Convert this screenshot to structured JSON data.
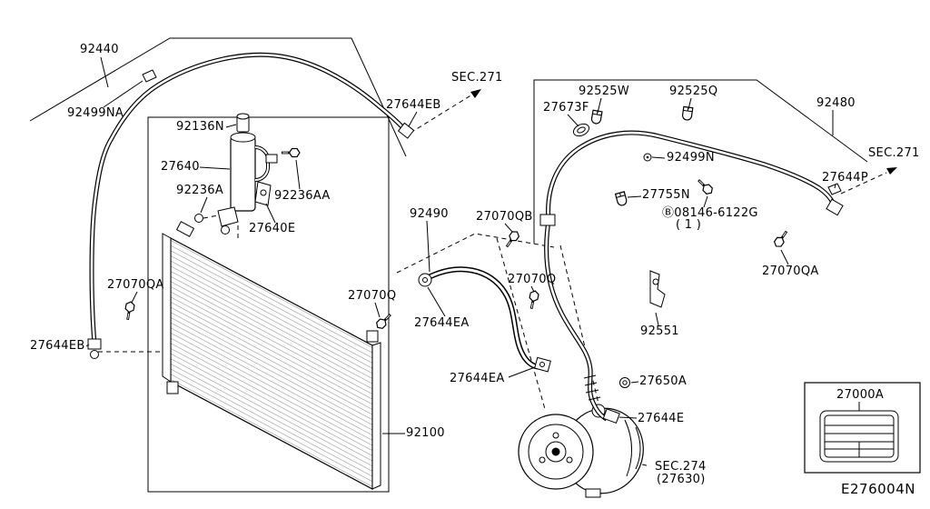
{
  "diagram": {
    "drawing_number": "E276004N",
    "labels": {
      "p92440": "92440",
      "p92499NA": "92499NA",
      "sec271_top": "SEC.271",
      "p27644EB_top": "27644EB",
      "p92136N": "92136N",
      "p27640": "27640",
      "p92236A": "92236A",
      "p92236AA": "92236AA",
      "p27640E": "27640E",
      "p92490": "92490",
      "p27070QB": "27070QB",
      "p92525W": "92525W",
      "p27673F": "27673F",
      "p92525Q": "92525Q",
      "p92480": "92480",
      "sec271_right": "SEC.271",
      "p92499N": "92499N",
      "p27755N": "27755N",
      "p27644P": "27644P",
      "bolt_callout": "Ⓑ08146-6122G",
      "bolt_callout_qty": "( 1 )",
      "p27070QA_right": "27070QA",
      "p27070QA_left": "27070QA",
      "p27644EB_left": "27644EB",
      "p27070Q_left": "27070Q",
      "p27644EA_upper": "27644EA",
      "p27070Q_mid": "27070Q",
      "p92551": "92551",
      "p27644EA_lower": "27644EA",
      "p27650A": "27650A",
      "p27644E": "27644E",
      "p92100": "92100",
      "sec274": "SEC.274",
      "sec274_sub": "(27630)",
      "p27000A": "27000A"
    },
    "colors": {
      "line": "#000000",
      "background": "#ffffff"
    }
  }
}
